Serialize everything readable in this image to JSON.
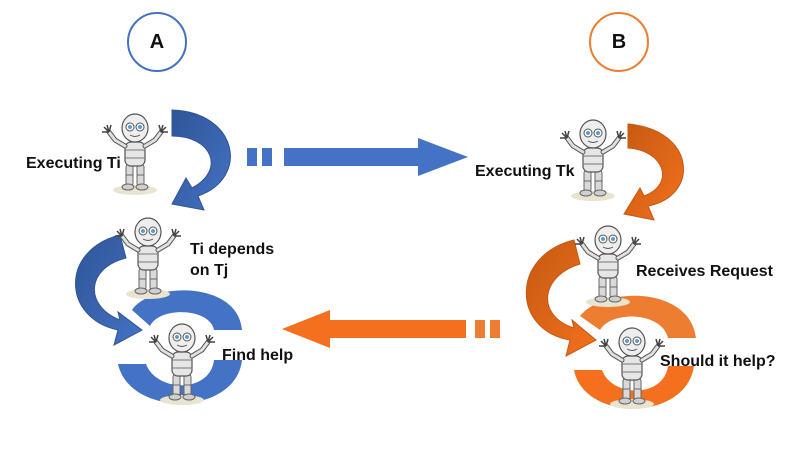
{
  "agents": {
    "a": {
      "letter": "A",
      "color": "#4472c4"
    },
    "b": {
      "letter": "B",
      "color": "#ed7d31"
    }
  },
  "labels": {
    "executing_ti": "Executing Ti",
    "ti_depends_line1": "Ti depends",
    "ti_depends_line2": "on Tj",
    "find_help": "Find help",
    "executing_tk": "Executing Tk",
    "receives_request": "Receives Request",
    "should_it_help": "Should it help?"
  },
  "colors": {
    "blue_dark": "#2f5597",
    "blue": "#4472c4",
    "orange_dark": "#c55a11",
    "orange": "#ed7d31",
    "orange_bright": "#f4701e"
  },
  "icons": [
    "robot-icon"
  ]
}
